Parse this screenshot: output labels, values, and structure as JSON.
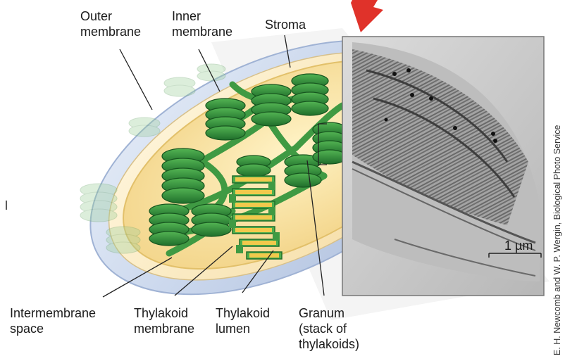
{
  "labels": {
    "outer_membrane": [
      "Outer",
      "membrane"
    ],
    "inner_membrane": [
      "Inner",
      "membrane"
    ],
    "stroma": [
      "Stroma"
    ],
    "intermembrane_space": [
      "Intermembrane",
      "space"
    ],
    "thylakoid_membrane": [
      "Thylakoid",
      "membrane"
    ],
    "thylakoid_lumen": [
      "Thylakoid",
      "lumen"
    ],
    "granum": [
      "Granum",
      "(stack of",
      "thylakoids)"
    ]
  },
  "scale_bar": "1 µm",
  "credit": "E. H. Newcomb and W. P. Wergin, Biological Photo Service",
  "colors": {
    "arrow": "#e0322a",
    "thylakoid_green": "#2e8b3a",
    "lumen_yellow": "#f2c94c",
    "outer_membrane_blue": "#b9c9e4",
    "micrograph_gray": "#c8c8c8"
  }
}
